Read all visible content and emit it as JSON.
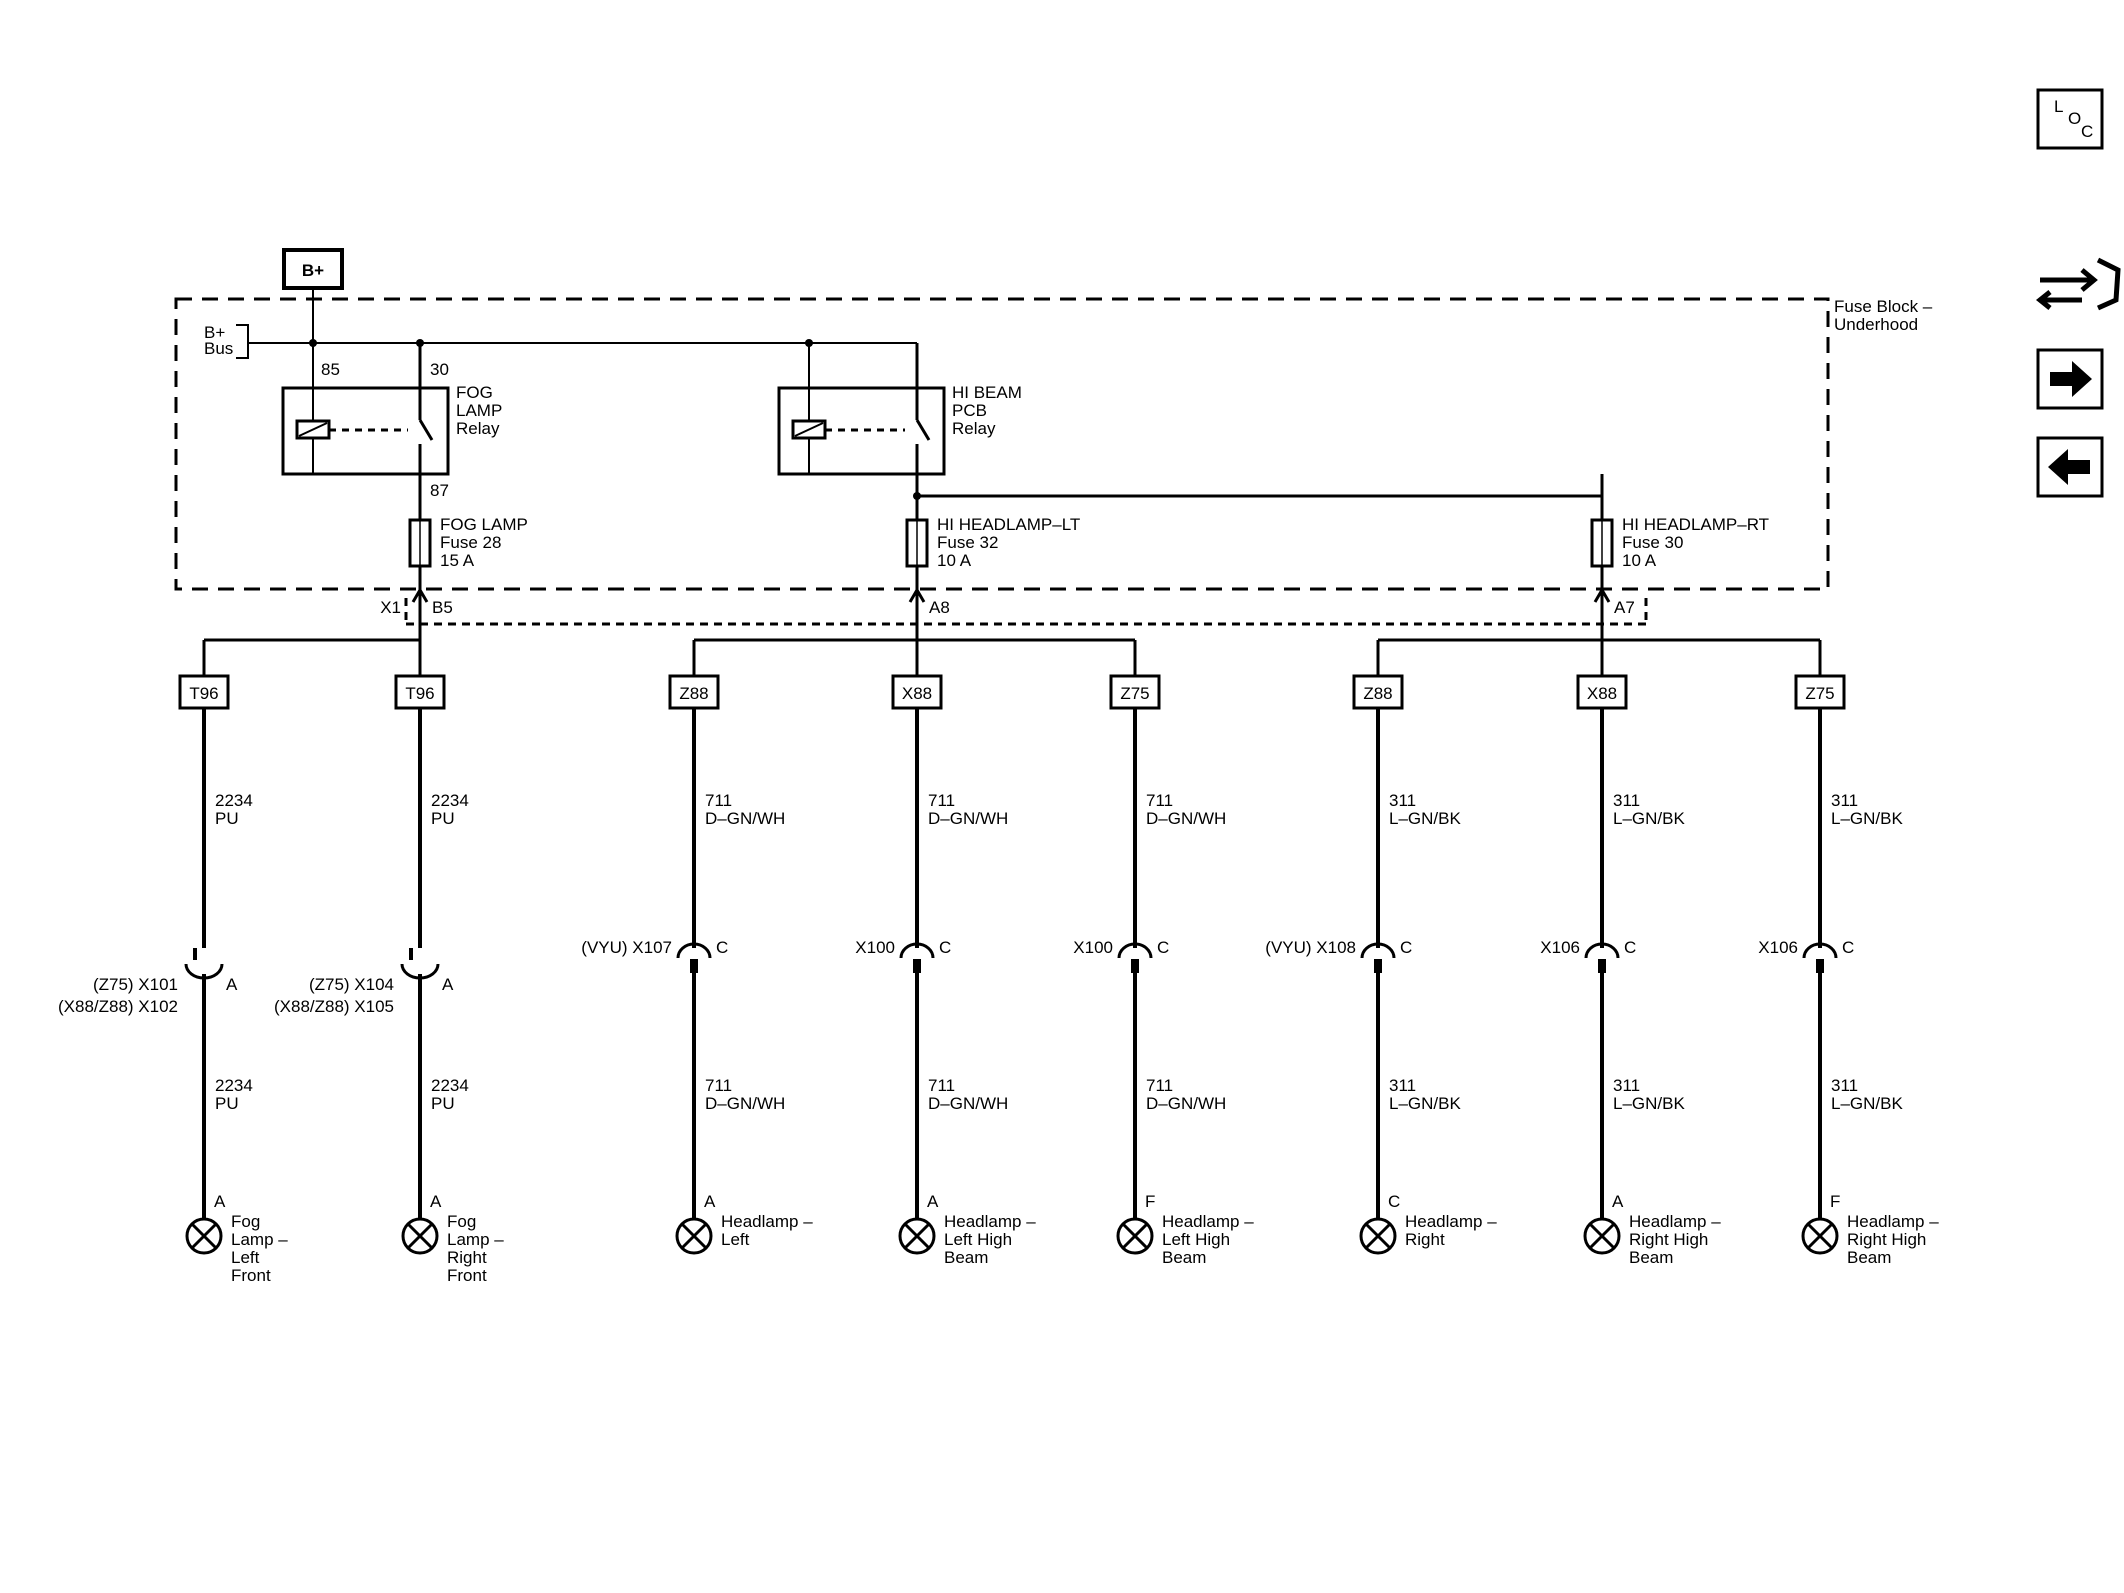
{
  "nav": {
    "loc_label": [
      "L",
      "O",
      "C"
    ],
    "icons": [
      "connector-icon",
      "next-arrow-icon",
      "previous-arrow-icon"
    ]
  },
  "supply": {
    "bplus_label": "B+",
    "bus_label": [
      "B+",
      "Bus"
    ],
    "fuse_block_label": [
      "Fuse Block –",
      "Underhood"
    ]
  },
  "relays": {
    "fog": {
      "label": [
        "FOG",
        "LAMP",
        "Relay"
      ],
      "pin_85": "85",
      "pin_30": "30",
      "pin_87": "87"
    },
    "hibeam": {
      "label": [
        "HI BEAM",
        "PCB",
        "Relay"
      ]
    }
  },
  "fuses": {
    "fog": [
      "FOG LAMP",
      "Fuse 28",
      "15 A"
    ],
    "left": [
      "HI HEADLAMP–LT",
      "Fuse 32",
      "10 A"
    ],
    "right": [
      "HI HEADLAMP–RT",
      "Fuse 30",
      "10 A"
    ]
  },
  "block_connector": {
    "name": "X1",
    "pins": [
      "B5",
      "A8",
      "A7"
    ]
  },
  "circuits": [
    {
      "option": "T96",
      "wire": [
        "2234",
        "PU"
      ],
      "connector": [
        "(Z75) X101",
        "(X88/Z88) X102"
      ],
      "conn_pin": "A",
      "wire2": [
        "2234",
        "PU"
      ],
      "lamp_pin": "A",
      "lamp": [
        "Fog",
        "Lamp –",
        "Left",
        "Front"
      ]
    },
    {
      "option": "T96",
      "wire": [
        "2234",
        "PU"
      ],
      "connector": [
        "(Z75) X104",
        "(X88/Z88) X105"
      ],
      "conn_pin": "A",
      "wire2": [
        "2234",
        "PU"
      ],
      "lamp_pin": "A",
      "lamp": [
        "Fog",
        "Lamp –",
        "Right",
        "Front"
      ]
    },
    {
      "option": "Z88",
      "wire": [
        "711",
        "D–GN/WH"
      ],
      "connector": [
        "(VYU) X107"
      ],
      "conn_pin": "C",
      "wire2": [
        "711",
        "D–GN/WH"
      ],
      "lamp_pin": "A",
      "lamp": [
        "Headlamp –",
        "Left"
      ]
    },
    {
      "option": "X88",
      "wire": [
        "711",
        "D–GN/WH"
      ],
      "connector": [
        "X100"
      ],
      "conn_pin": "C",
      "wire2": [
        "711",
        "D–GN/WH"
      ],
      "lamp_pin": "A",
      "lamp": [
        "Headlamp –",
        "Left High",
        "Beam"
      ]
    },
    {
      "option": "Z75",
      "wire": [
        "711",
        "D–GN/WH"
      ],
      "connector": [
        "X100"
      ],
      "conn_pin": "C",
      "wire2": [
        "711",
        "D–GN/WH"
      ],
      "lamp_pin": "F",
      "lamp": [
        "Headlamp –",
        "Left High",
        "Beam"
      ]
    },
    {
      "option": "Z88",
      "wire": [
        "311",
        "L–GN/BK"
      ],
      "connector": [
        "(VYU) X108"
      ],
      "conn_pin": "C",
      "wire2": [
        "311",
        "L–GN/BK"
      ],
      "lamp_pin": "C",
      "lamp": [
        "Headlamp –",
        "Right"
      ]
    },
    {
      "option": "X88",
      "wire": [
        "311",
        "L–GN/BK"
      ],
      "connector": [
        "X106"
      ],
      "conn_pin": "C",
      "wire2": [
        "311",
        "L–GN/BK"
      ],
      "lamp_pin": "A",
      "lamp": [
        "Headlamp –",
        "Right High",
        "Beam"
      ]
    },
    {
      "option": "Z75",
      "wire": [
        "311",
        "L–GN/BK"
      ],
      "connector": [
        "X106"
      ],
      "conn_pin": "C",
      "wire2": [
        "311",
        "L–GN/BK"
      ],
      "lamp_pin": "F",
      "lamp": [
        "Headlamp –",
        "Right High",
        "Beam"
      ]
    }
  ]
}
